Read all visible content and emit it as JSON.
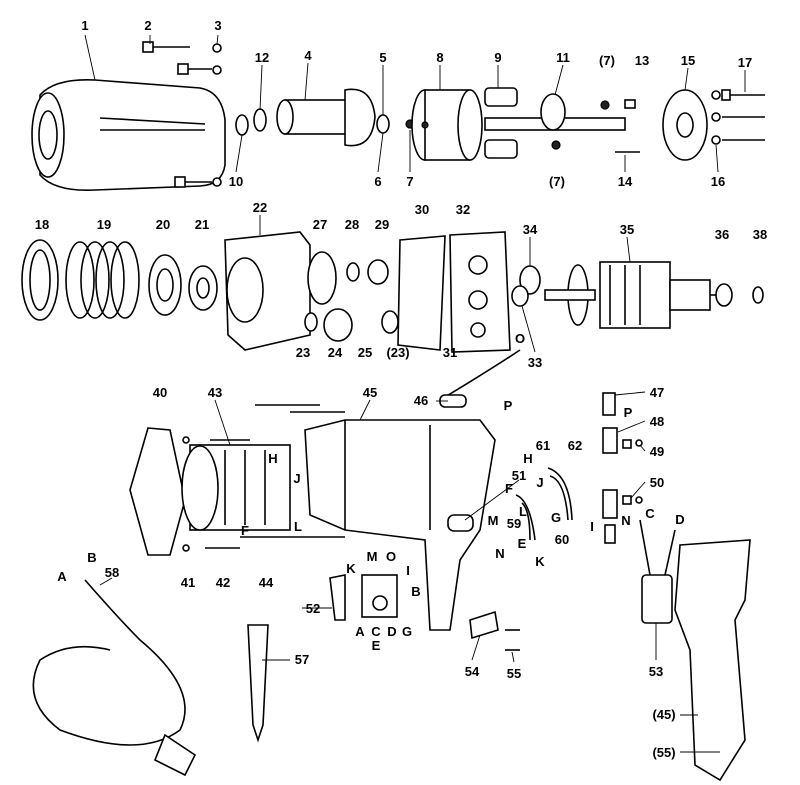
{
  "title": "Exploded parts diagram - hammer drill",
  "colors": {
    "ink": "#000000",
    "background": "#ffffff"
  },
  "labels": {
    "p1": "1",
    "p2": "2",
    "p3": "3",
    "p4": "4",
    "p5": "5",
    "p6": "6",
    "p7": "7",
    "p7a": "(7)",
    "p7b": "(7)",
    "p8": "8",
    "p9": "9",
    "p10": "10",
    "p11": "11",
    "p12": "12",
    "p13": "13",
    "p14": "14",
    "p15": "15",
    "p16": "16",
    "p17": "17",
    "p18": "18",
    "p19": "19",
    "p20": "20",
    "p21": "21",
    "p22": "22",
    "p23": "23",
    "p23b": "(23)",
    "p24": "24",
    "p25": "25",
    "p27": "27",
    "p28": "28",
    "p29": "29",
    "p30": "30",
    "p31": "31",
    "p32": "32",
    "p33": "33",
    "p34": "34",
    "p35": "35",
    "p36": "36",
    "p38": "38",
    "p40": "40",
    "p41": "41",
    "p42": "42",
    "p43": "43",
    "p44": "44",
    "p45": "45",
    "p45b": "(45)",
    "p46": "46",
    "p47": "47",
    "p48": "48",
    "p49": "49",
    "p50": "50",
    "p51": "51",
    "p52": "52",
    "p53": "53",
    "p54": "54",
    "p55": "55",
    "p55b": "(55)",
    "p57": "57",
    "p58": "58",
    "p59": "59",
    "p60": "60",
    "p61": "61",
    "p62": "62",
    "wO1": "O",
    "wP1": "P",
    "wP2": "P",
    "wH1": "H",
    "wJ1": "J",
    "wF1": "F",
    "wL1": "L",
    "wH2": "H",
    "wJ2": "J",
    "wF2": "F",
    "wL2": "L",
    "wM2": "M",
    "wG2": "G",
    "wI2": "I",
    "wE2": "E",
    "wK2": "K",
    "wN2": "N",
    "wN3": "N",
    "wC3": "C",
    "wD3": "D",
    "wA": "A",
    "wB": "B",
    "sM": "M",
    "sO": "O",
    "sK": "K",
    "sI": "I",
    "sB": "B",
    "sA": "A",
    "sC": "C",
    "sD": "D",
    "sG": "G",
    "sE": "E"
  }
}
